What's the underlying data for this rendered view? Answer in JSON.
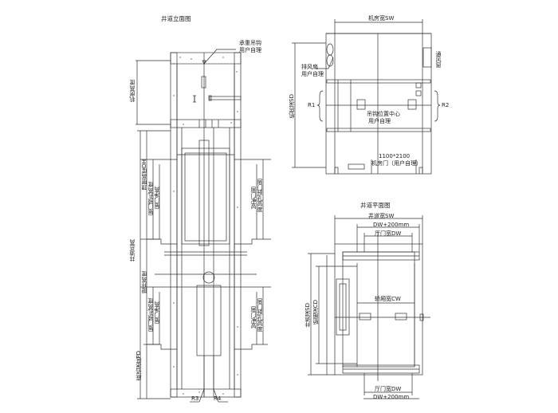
{
  "elevation": {
    "title": "井道立面图",
    "hook_note_line1": "承重吊钩",
    "hook_note_line2": "用户自理",
    "left_dims": {
      "machine_room_height": "机房高度",
      "shaft_total_height": "井道总高",
      "top_height": "顶层高度OH",
      "travel_height": "提升高度",
      "pit_depth": "底坑深度PD"
    },
    "upper_door": {
      "left_hole_height": "层门预孔高度",
      "left_door_height": "层门净高",
      "right_door_height": "层门净高",
      "right_hole_height": "层门预孔高度"
    },
    "lower_door": {
      "left_hole_height": "层门预孔高度",
      "left_door_height": "层门净高",
      "right_door_height": "层门净高",
      "right_hole_height": "层门预孔高度"
    },
    "reaction_left": "R3",
    "reaction_right": "R4"
  },
  "machine_room_plan": {
    "width_label": "机房宽SW",
    "depth_label": "机房深SD",
    "fan_note_line1": "排风扇",
    "fan_note_line2": "用户自理",
    "vent_label": "通风窗",
    "hook_center_line1": "吊钩位置中心",
    "hook_center_line2": "用户自理",
    "reaction_left": "R1",
    "reaction_right": "R2",
    "door_size": "1100*2100",
    "door_label": "机房门（用户自理）"
  },
  "shaft_plan": {
    "title": "井道平面图",
    "shaft_width": "井道宽SW",
    "top_door_hole": "DW+200mm",
    "top_door_width": "厅门宽DW",
    "shaft_depth": "井道深SD",
    "car_depth": "轿厢深CD",
    "car_width": "轿厢宽CW",
    "bottom_door_width": "厅门宽DW",
    "bottom_door_hole": "DW+200mm"
  }
}
